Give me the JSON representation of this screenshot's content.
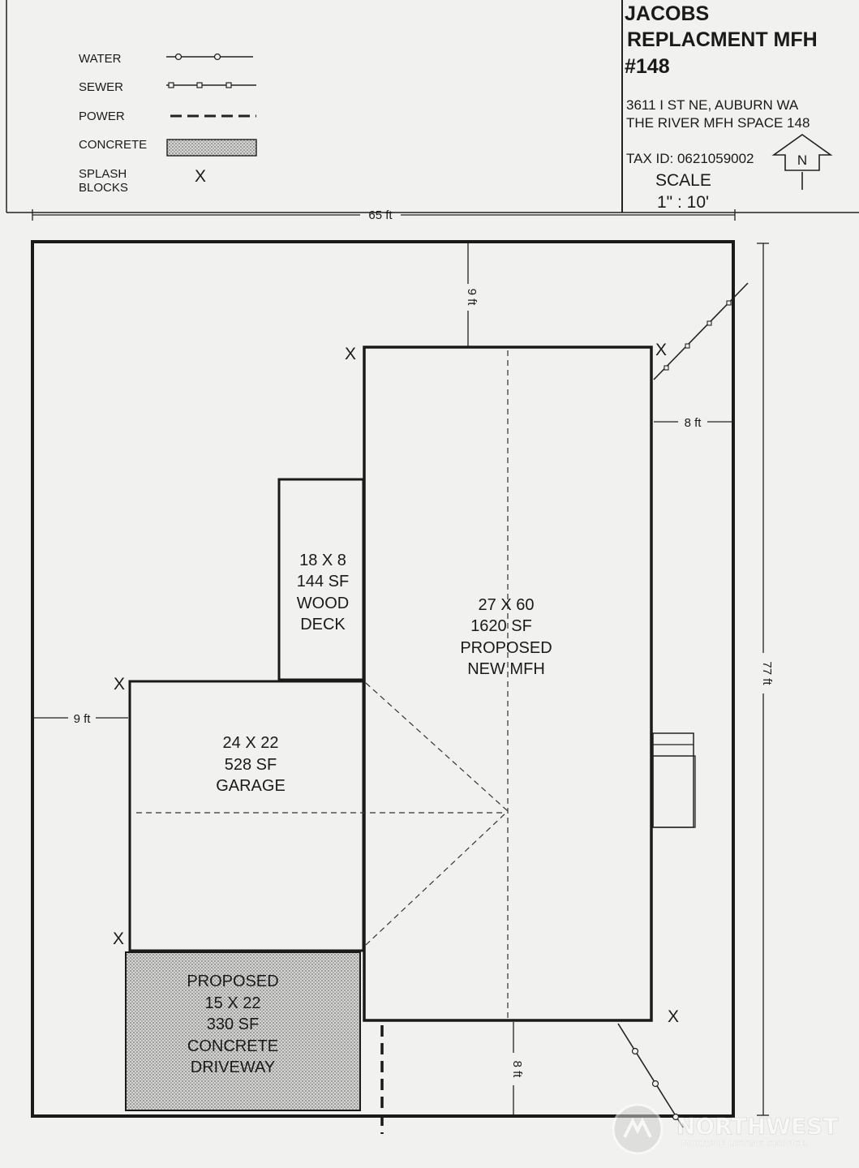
{
  "legend": {
    "items": [
      {
        "label": "WATER",
        "symbol": "water-line"
      },
      {
        "label": "SEWER",
        "symbol": "sewer-line"
      },
      {
        "label": "POWER",
        "symbol": "power-line"
      },
      {
        "label": "CONCRETE",
        "symbol": "concrete-fill"
      },
      {
        "label": "SPLASH",
        "label2": "BLOCKS",
        "symbol": "X"
      }
    ]
  },
  "title_block": {
    "title_lines": [
      "JACOBS",
      "REPLACMENT MFH",
      "#148"
    ],
    "address_lines": [
      "3611 I ST NE, AUBURN WA",
      "THE RIVER MFH SPACE 148"
    ],
    "tax_id": "TAX ID: 0621059002",
    "north_label": "N",
    "scale_label": "SCALE",
    "scale_value": "1\" : 10'"
  },
  "dimensions": {
    "width": "65 ft",
    "height": "77 ft",
    "top_setback": "9 ft",
    "right_setback": "8 ft",
    "left_setback": "9 ft",
    "bottom_setback": "8 ft"
  },
  "structures": {
    "deck": [
      "18 X 8",
      "144 SF",
      "WOOD",
      "DECK"
    ],
    "mfh": [
      "27 X 60",
      "1620 SF",
      "PROPOSED",
      "NEW MFH"
    ],
    "garage": [
      "24 X 22",
      "528 SF",
      "GARAGE"
    ],
    "driveway": [
      "PROPOSED",
      "15 X 22",
      "330 SF",
      "CONCRETE",
      "DRIVEWAY"
    ]
  },
  "splash_mark": "X",
  "watermark": {
    "brand": "NORTHWEST",
    "tagline": "MULTIPLE LISTING SERVICE."
  },
  "colors": {
    "ink": "#1a1a1a",
    "paper": "#f1f1ef",
    "concrete": "#cfcfcf"
  }
}
